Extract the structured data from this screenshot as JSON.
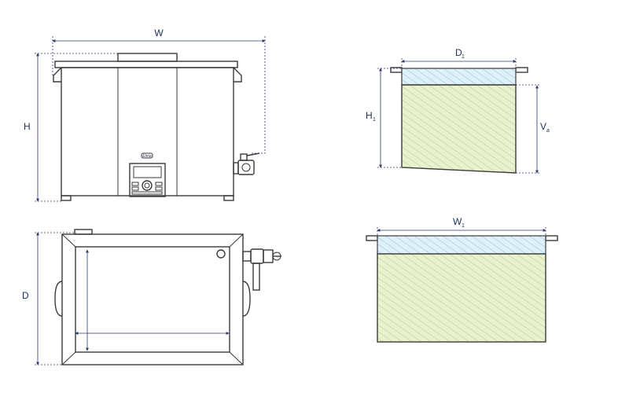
{
  "labels": {
    "width": "W",
    "height": "H",
    "depth": "D",
    "inner_depth_main": "D",
    "inner_depth_sub": "1",
    "inner_height_main": "H",
    "inner_height_sub": "1",
    "volume_main": "V",
    "volume_sub": "a",
    "inner_width_main": "W",
    "inner_width_sub": "1"
  },
  "brand_logo": "Elma",
  "colors": {
    "outline": "#3a3a3a",
    "dimension": "#2b3a6b",
    "liquid_fill": "#e6f0c8",
    "liquid_hatch": "#b9cf86",
    "headspace_fill": "#dceef6",
    "headspace_hatch": "#8fc3dc"
  }
}
